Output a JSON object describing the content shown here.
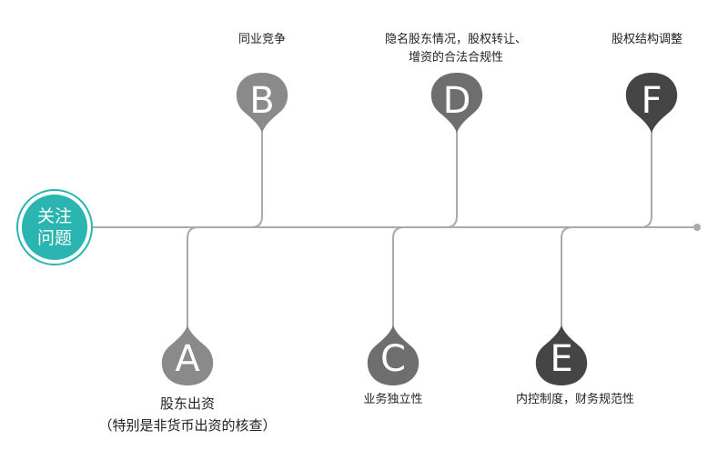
{
  "hub": {
    "line1": "关注",
    "line2": "问题",
    "color": "#2bb5b0"
  },
  "line_color": "#aaaaaa",
  "pins": [
    {
      "letter": "A",
      "color": "#8a8a8a",
      "caption_lines": [
        "股东出资",
        "（特别是非货币出资的核查）"
      ]
    },
    {
      "letter": "B",
      "color": "#8a8a8a",
      "caption_lines": [
        "同业竞争"
      ]
    },
    {
      "letter": "C",
      "color": "#6e6e6e",
      "caption_lines": [
        "业务独立性"
      ]
    },
    {
      "letter": "D",
      "color": "#6e6e6e",
      "caption_lines": [
        "隐名股东情况，股权转让、",
        "增资的合法合规性"
      ]
    },
    {
      "letter": "E",
      "color": "#454545",
      "caption_lines": [
        "内控制度，财务规范性"
      ]
    },
    {
      "letter": "F",
      "color": "#454545",
      "caption_lines": [
        "股权结构调整"
      ]
    }
  ]
}
